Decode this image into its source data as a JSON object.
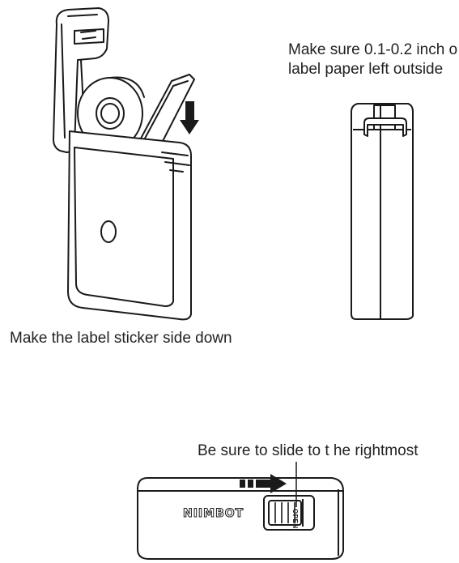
{
  "captions": {
    "leave_outside_line1": "Make sure 0.1-0.2 inch o",
    "leave_outside_line2": "label paper left outside",
    "sticker_side_down": "Make the label sticker side down",
    "slide_rightmost": "Be sure to slide to t he rightmost"
  },
  "device": {
    "brand_logo": "NIIMBOT",
    "switch_label": "OPEN"
  },
  "icons": {
    "insert_direction": "arrow-down-icon",
    "slide_direction": "arrow-right-icon"
  }
}
